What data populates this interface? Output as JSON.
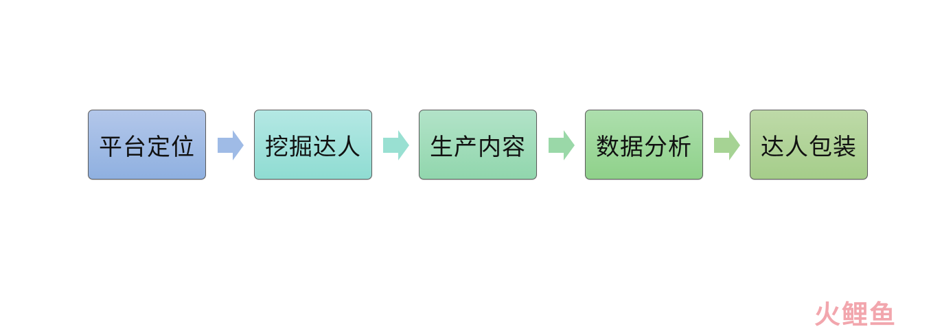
{
  "diagram": {
    "steps": [
      {
        "label": "平台定位",
        "color": "#9fbbe6"
      },
      {
        "label": "挖掘达人",
        "color": "#a1e2da"
      },
      {
        "label": "生产内容",
        "color": "#a1dcba"
      },
      {
        "label": "数据分析",
        "color": "#9dd89a"
      },
      {
        "label": "达人包装",
        "color": "#b1d398"
      }
    ],
    "arrows": [
      {
        "from": 0,
        "to": 1,
        "color": "#9fbbe6"
      },
      {
        "from": 1,
        "to": 2,
        "color": "#99e0d2"
      },
      {
        "from": 2,
        "to": 3,
        "color": "#9ad8a8"
      },
      {
        "from": 3,
        "to": 4,
        "color": "#a6d394"
      }
    ]
  },
  "watermark": {
    "text": "火鲤鱼"
  }
}
